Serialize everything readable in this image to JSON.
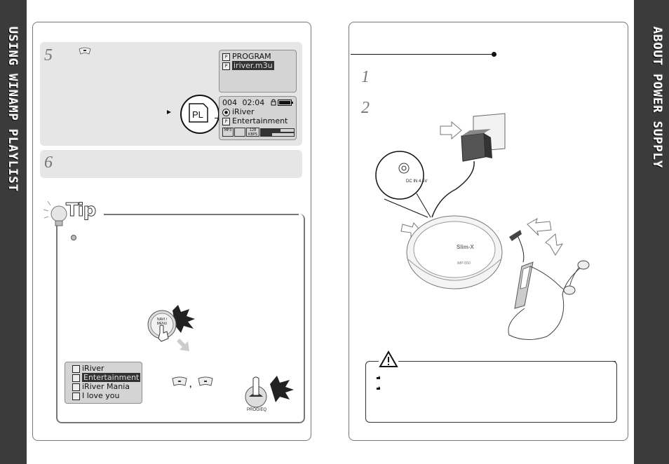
{
  "left": {
    "side_title": "USING WINAMP PLAYLIST",
    "step5_number": "5",
    "step6_number": "6",
    "lcd_program": {
      "line1": "PROGRAM",
      "line2": "iriver.m3u"
    },
    "lcd_playing": {
      "track_no": "004",
      "time": "02:04",
      "artist": "iRiver",
      "title": "Entertainment",
      "bitrate": "128",
      "unit": "KBPS",
      "mp": "MP3"
    },
    "pl_icon_label": "PL",
    "tip_label": "Tip",
    "navi_button_label": "NAVI / MENU",
    "playlist": [
      "iRiver",
      "Entertainment",
      "iRiver Mania",
      "I love you"
    ],
    "comma": ",",
    "prog_label": "PROG/EQ"
  },
  "right": {
    "side_title": "ABOUT POWER SUPPLY",
    "step1_number": "1",
    "step2_number": "2",
    "dc_label": "DC IN 4.5V",
    "player_brand": "Slim-X",
    "player_model": "iMP-550"
  },
  "colors": {
    "tab_bg": "#3b3b3b",
    "step_bg": "#e6e6e6",
    "lcd_bg": "#d4d4d4"
  }
}
